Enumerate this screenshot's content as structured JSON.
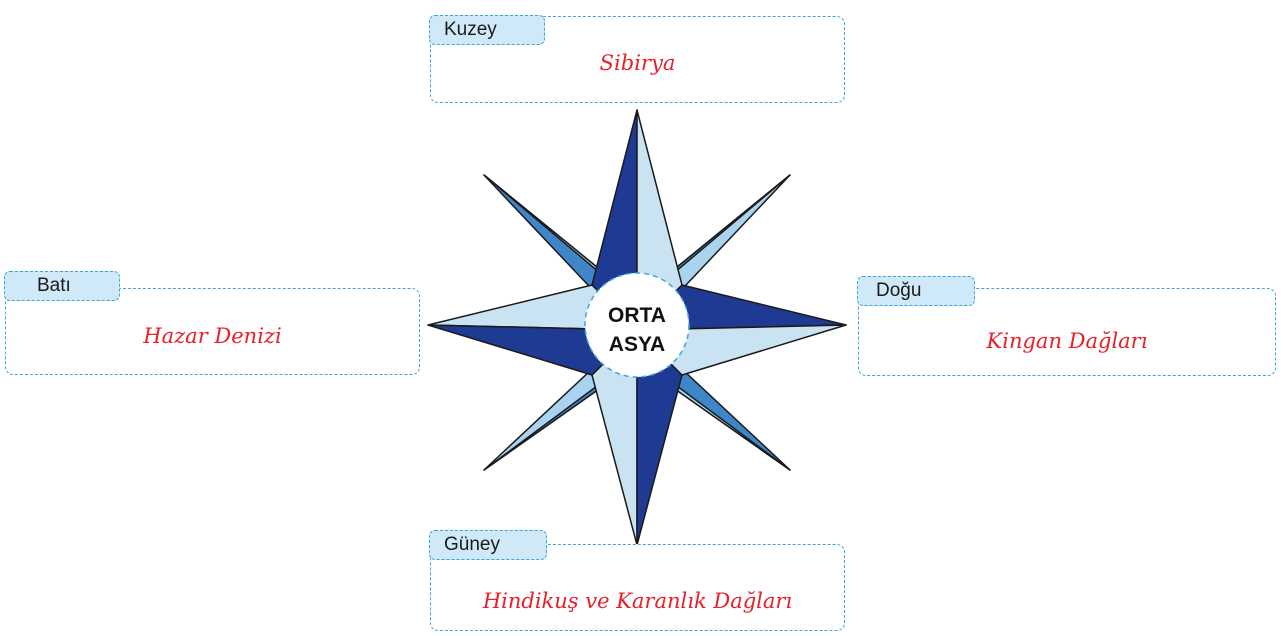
{
  "center": {
    "line1": "ORTA",
    "line2": "ASYA"
  },
  "north": {
    "label": "Kuzey",
    "answer": "Sibirya"
  },
  "west": {
    "label": "Batı",
    "answer": "Hazar Denizi"
  },
  "east": {
    "label": "Doğu",
    "answer": "Kingan Dağları"
  },
  "south": {
    "label": "Güney",
    "answer": "Hindikuş ve Karanlık Dağları"
  },
  "colors": {
    "dark_blue": "#1f3a93",
    "light_blue": "#c9e3f2",
    "mid_blue": "#3f86c8",
    "pale_blue": "#a9d3ee",
    "answer_red": "#e8202a",
    "tag_fill": "#cfe9f8",
    "dash_border": "#3aa6dd"
  }
}
